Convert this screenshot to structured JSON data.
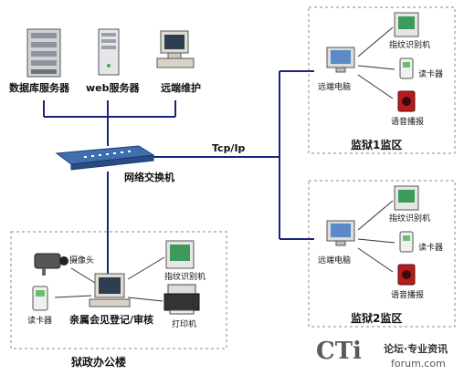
{
  "servers": {
    "database": "数据库服务器",
    "web": "web服务器",
    "remote": "远端维护"
  },
  "network": {
    "switch": "网络交换机",
    "protocol": "Tcp/Ip"
  },
  "prison1": {
    "zone": "监狱1监区",
    "pc": "远端电脑",
    "fingerprint": "指纹识别机",
    "card_reader": "读卡器",
    "speaker": "语音播报"
  },
  "prison2": {
    "zone": "监狱2监区",
    "pc": "远端电脑",
    "fingerprint": "指纹识别机",
    "card_reader": "读卡器",
    "speaker": "语音播报"
  },
  "office": {
    "building": "狱政办公楼",
    "camera": "摄像头",
    "fingerprint": "指纹识别机",
    "card_reader": "读卡器",
    "registration": "亲属会见登记/审核",
    "printer": "打印机"
  },
  "watermark": {
    "brand": "CTi",
    "slogan": "论坛·专业资讯",
    "domain": "forum.com"
  }
}
